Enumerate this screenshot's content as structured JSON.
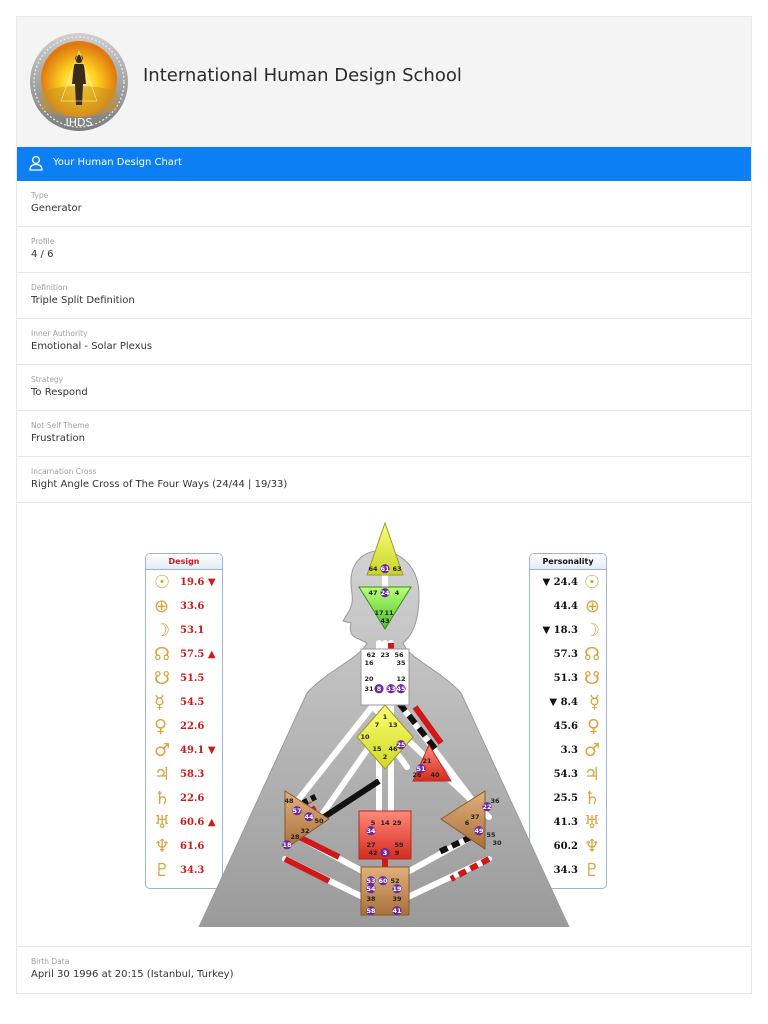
{
  "header": {
    "title": "International Human Design School",
    "logo_text": "IHDS"
  },
  "bar": {
    "title": "Your Human Design Chart",
    "icon": "user-icon"
  },
  "details": [
    {
      "label": "Type",
      "value": "Generator"
    },
    {
      "label": "Profile",
      "value": "4 / 6"
    },
    {
      "label": "Definition",
      "value": "Triple Split Definition"
    },
    {
      "label": "Inner Authority",
      "value": "Emotional - Solar Plexus"
    },
    {
      "label": "Strategy",
      "value": "To Respond"
    },
    {
      "label": "Not-Self Theme",
      "value": "Frustration"
    },
    {
      "label": "Incarnation Cross",
      "value": "Right Angle Cross of The Four Ways (24/44 | 19/33)"
    }
  ],
  "birth": {
    "label": "Birth Data",
    "value": "April 30 1996 at 20:15 (Istanbul, Turkey)"
  },
  "colors": {
    "design": "#d11818",
    "personality": "#111111",
    "accent": "#0d7ff5",
    "glyph": "#d9a441"
  },
  "design": {
    "title": "Design",
    "rows": [
      {
        "glyph": "☉",
        "planet": "sun",
        "value": "19.6 ▼"
      },
      {
        "glyph": "⊕",
        "planet": "earth",
        "value": "33.6"
      },
      {
        "glyph": "☽",
        "planet": "moon",
        "value": "53.1"
      },
      {
        "glyph": "☊",
        "planet": "north-node",
        "value": "57.5 ▲"
      },
      {
        "glyph": "☋",
        "planet": "south-node",
        "value": "51.5"
      },
      {
        "glyph": "☿",
        "planet": "mercury",
        "value": "54.5"
      },
      {
        "glyph": "♀",
        "planet": "venus",
        "value": "22.6"
      },
      {
        "glyph": "♂",
        "planet": "mars",
        "value": "49.1 ▼"
      },
      {
        "glyph": "♃",
        "planet": "jupiter",
        "value": "58.3"
      },
      {
        "glyph": "♄",
        "planet": "saturn",
        "value": "22.6"
      },
      {
        "glyph": "♅",
        "planet": "uranus",
        "value": "60.6 ▲"
      },
      {
        "glyph": "♆",
        "planet": "neptune",
        "value": "61.6"
      },
      {
        "glyph": "♇",
        "planet": "pluto",
        "value": "34.3"
      }
    ]
  },
  "personality": {
    "title": "Personality",
    "rows": [
      {
        "glyph": "☉",
        "planet": "sun",
        "value": "▼ 24.4"
      },
      {
        "glyph": "⊕",
        "planet": "earth",
        "value": "44.4"
      },
      {
        "glyph": "☽",
        "planet": "moon",
        "value": "▼ 18.3"
      },
      {
        "glyph": "☊",
        "planet": "north-node",
        "value": "57.3"
      },
      {
        "glyph": "☋",
        "planet": "south-node",
        "value": "51.3"
      },
      {
        "glyph": "☿",
        "planet": "mercury",
        "value": "▼  8.4"
      },
      {
        "glyph": "♀",
        "planet": "venus",
        "value": "45.6"
      },
      {
        "glyph": "♂",
        "planet": "mars",
        "value": "3.3"
      },
      {
        "glyph": "♃",
        "planet": "jupiter",
        "value": "54.3"
      },
      {
        "glyph": "♄",
        "planet": "saturn",
        "value": "25.5"
      },
      {
        "glyph": "♅",
        "planet": "uranus",
        "value": "41.3"
      },
      {
        "glyph": "♆",
        "planet": "neptune",
        "value": "60.2"
      },
      {
        "glyph": "♇",
        "planet": "pluto",
        "value": "34.3"
      }
    ]
  },
  "bodygraph": {
    "gates": [
      "64",
      "61",
      "63",
      "47",
      "24",
      "4",
      "17",
      "11",
      "43",
      "62",
      "23",
      "56",
      "16",
      "35",
      "20",
      "12",
      "31",
      "8",
      "33",
      "45",
      "1",
      "7",
      "13",
      "10",
      "25",
      "15",
      "46",
      "2",
      "21",
      "51",
      "26",
      "40",
      "48",
      "57",
      "44",
      "50",
      "32",
      "28",
      "18",
      "5",
      "14",
      "29",
      "34",
      "27",
      "59",
      "42",
      "3",
      "9",
      "6",
      "37",
      "22",
      "36",
      "55",
      "49",
      "30",
      "53",
      "60",
      "52",
      "54",
      "19",
      "38",
      "39",
      "58",
      "41"
    ]
  }
}
